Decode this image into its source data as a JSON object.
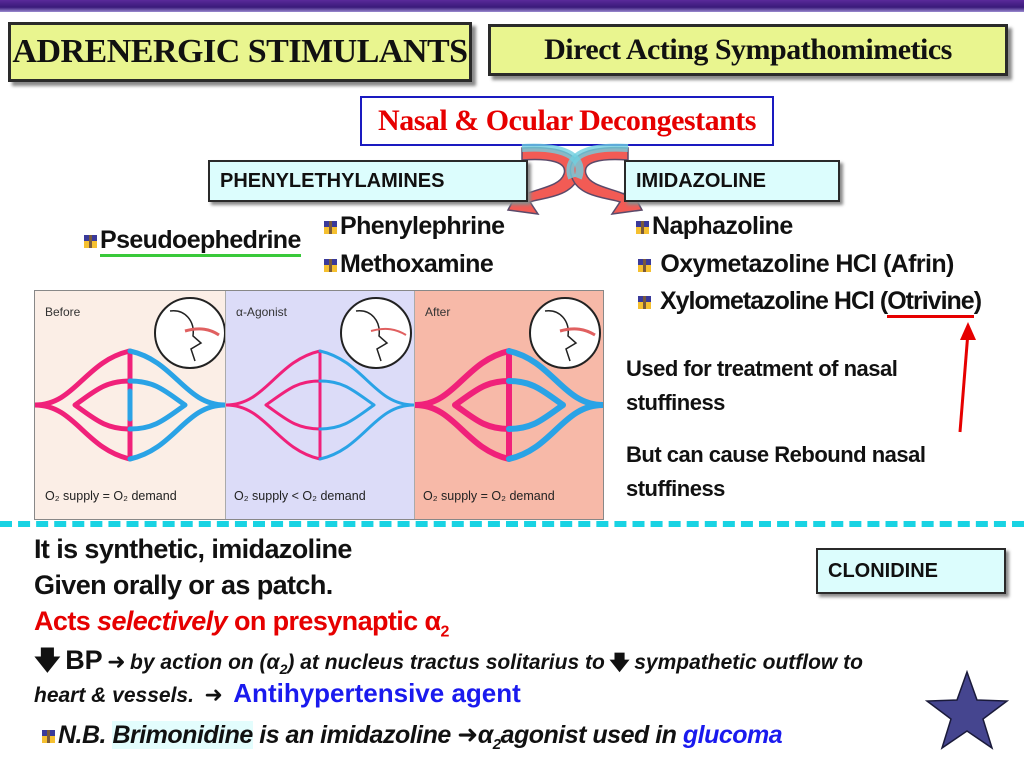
{
  "header": {
    "title": "ADRENERGIC STIMULANTS",
    "subtitle": "Direct Acting Sympathomimetics"
  },
  "category": "Nasal & Ocular Decongestants",
  "classes": {
    "left": "PHENYLETHYLAMINES",
    "right": "IMIDAZOLINE",
    "clonidine": "CLONIDINE"
  },
  "drugs": {
    "pseudoephedrine": "Pseudoephedrine",
    "phenylephrine": "Phenylephrine",
    "methoxamine": "Methoxamine",
    "naphazoline": "Naphazoline",
    "oxymetazoline": "Oxymetazoline HCl (Afrin)",
    "xylo_prefix": "Xylometazoline HCl (",
    "xylo_brand": "Otrivine",
    "xylo_suffix": ")"
  },
  "figure": {
    "panels": [
      {
        "label": "Before",
        "footer": "O₂ supply = O₂ demand",
        "bg": "#fbeee6"
      },
      {
        "label": "α-Agonist",
        "footer": "O₂ supply < O₂ demand",
        "bg": "#dcdcf8"
      },
      {
        "label": "After",
        "footer": "O₂ supply = O₂ demand",
        "bg": "#f7b9a8"
      }
    ]
  },
  "notes": {
    "used": "Used for treatment of nasal stuffiness",
    "rebound": "But can cause Rebound nasal stuffiness"
  },
  "clonidine": {
    "line1": "It is synthetic, imidazoline",
    "line2": "Given orally or as patch.",
    "line3_a": "Acts ",
    "line3_b": "selectively",
    "line3_c": " on presynaptic α",
    "line3_sub": "2",
    "line4_bp": "BP",
    "line4_a": "by action on (α",
    "line4_sub": "2",
    "line4_b": ") at nucleus tractus solitarius to",
    "line4_c": "sympathetic outflow to",
    "line5_a": "heart & vessels.",
    "line5_b": "Antihypertensive agent"
  },
  "nb": {
    "prefix": "N.B.",
    "drug": "Brimonidine",
    "a": "is an imidazoline",
    "b": "α",
    "sub": "2",
    "c": "agonist used in",
    "d": "glucoma"
  },
  "colors": {
    "accent_lime": "#e9f58f",
    "accent_cyan": "#dcfdfd",
    "red": "#e60000",
    "blue": "#1a1aee",
    "star": "#45458f",
    "dash": "#19d3e3"
  }
}
